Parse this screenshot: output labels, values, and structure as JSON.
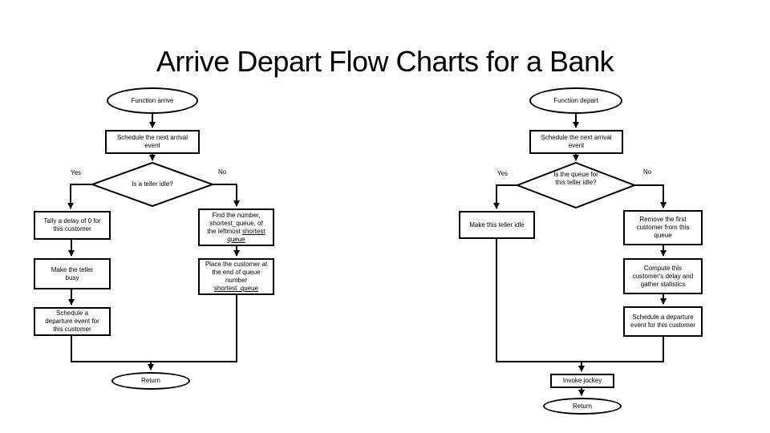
{
  "title": "Arrive Depart Flow Charts for a Bank",
  "colors": {
    "ink": "#000000",
    "background": "#ffffff"
  },
  "arrive": {
    "start": "Function arrive",
    "schedule": "Schedule the next arrival event",
    "decision": "Is a teller idle?",
    "yes": "Yes",
    "no": "No",
    "tally": "Tally a delay of 0 for this customer",
    "make_busy": "Make the teller busy",
    "schedule_departure": "Schedule a departure event for this customer",
    "find": "Find the number, shortest_queue, of the leftmost ",
    "find_underline": "shortest queue",
    "place": "Place the customer at the end of queue number ",
    "place_underline": "shortest_queue",
    "end": "Return"
  },
  "depart": {
    "start": "Function depart",
    "schedule": "Schedule the next arrival event",
    "decision": "Is the queue for this teller idle?",
    "yes": "Yes",
    "no": "No",
    "make_idle": "Make this teller idle",
    "remove": "Remove the first customer from this queue",
    "compute": "Compute this customer's delay and gather statistics",
    "schedule_departure": "Schedule a departure event for this customer",
    "invoke": "Invoke jockey",
    "end": "Return"
  }
}
